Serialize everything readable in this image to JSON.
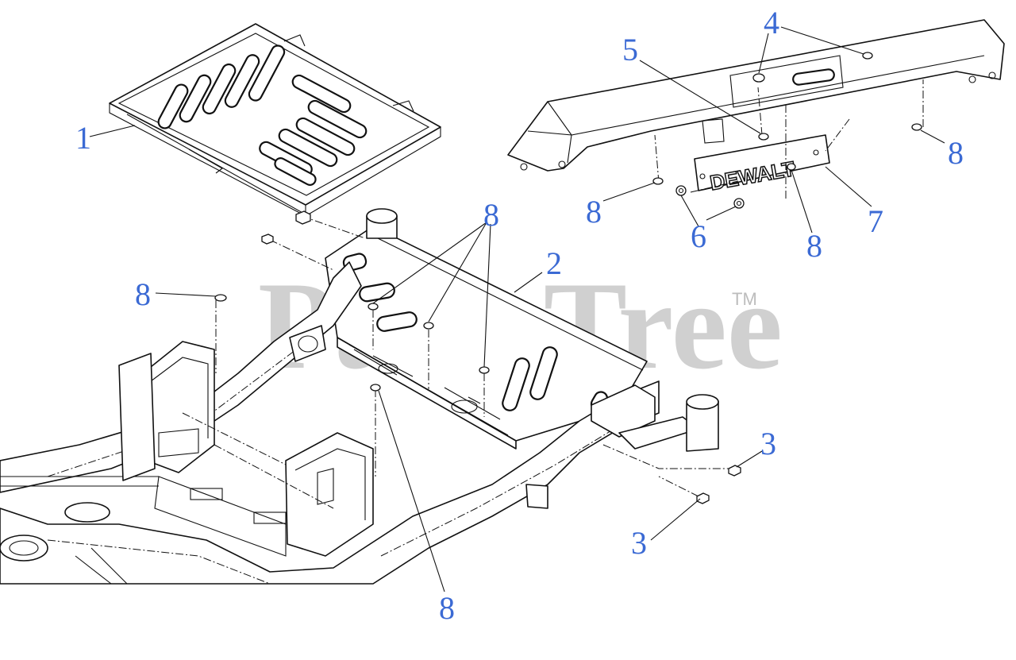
{
  "watermark": {
    "text": "PartsTree",
    "trademark": "TM"
  },
  "nameplate": {
    "brand": "DEWALT"
  },
  "colors": {
    "callout": "#3b6ad4",
    "line": "#111111",
    "watermark": "#c8c8c8",
    "background": "#ffffff"
  },
  "callouts": [
    {
      "id": "c1",
      "label": "1"
    },
    {
      "id": "c2",
      "label": "2"
    },
    {
      "id": "c3a",
      "label": "3"
    },
    {
      "id": "c3b",
      "label": "3"
    },
    {
      "id": "c4",
      "label": "4"
    },
    {
      "id": "c5",
      "label": "5"
    },
    {
      "id": "c6",
      "label": "6"
    },
    {
      "id": "c7",
      "label": "7"
    },
    {
      "id": "c8a",
      "label": "8"
    },
    {
      "id": "c8b",
      "label": "8"
    },
    {
      "id": "c8c",
      "label": "8"
    },
    {
      "id": "c8d",
      "label": "8"
    },
    {
      "id": "c8e",
      "label": "8"
    },
    {
      "id": "c8f",
      "label": "8"
    }
  ]
}
